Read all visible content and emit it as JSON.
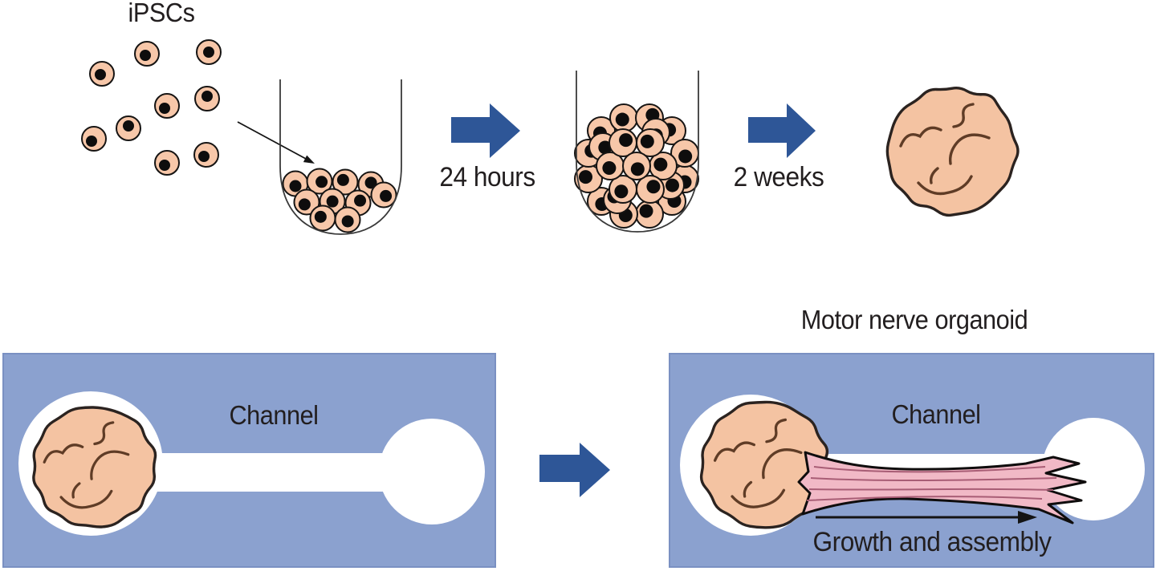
{
  "labels": {
    "ipscs": "iPSCs",
    "step1_duration": "24 hours",
    "step2_duration": "2 weeks",
    "motor_nerve_organoid": "Motor nerve organoid",
    "channel_left": "Channel",
    "channel_right": "Channel",
    "growth": "Growth and assembly"
  },
  "colors": {
    "device_fill": "#8ba1cf",
    "device_border": "#7a90c2",
    "arrow_blue": "#2e5697",
    "cell_fill": "#f7c7a9",
    "cell_outline": "#161413",
    "nucleus": "#0e0d0d",
    "organoid_fill": "#f4c3a2",
    "organoid_outline": "#2b2320",
    "squiggle": "#5f3c26",
    "axon_fill": "#f1b9c6",
    "axon_line": "#a85d75",
    "axon_outline": "#0f0d0d",
    "well_stroke": "#3a3a3a",
    "thin_arrow": "#141414",
    "text": "#221e1f"
  }
}
